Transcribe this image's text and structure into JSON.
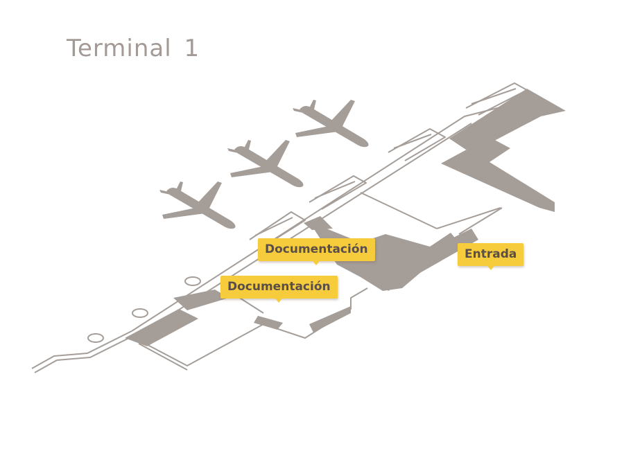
{
  "title": "Terminal 1",
  "labels": {
    "documentacion_upper": "Documentación",
    "documentacion_lower": "Documentación",
    "entrada": "Entrada"
  },
  "icons": [
    "airplane-icon",
    "airplane-icon",
    "airplane-icon"
  ],
  "colors": {
    "building_fill": "#a59d98",
    "outline": "#a59d98",
    "label_bg": "#f7cc3c",
    "label_text": "#5a4e49",
    "title_text": "#a39a95"
  }
}
